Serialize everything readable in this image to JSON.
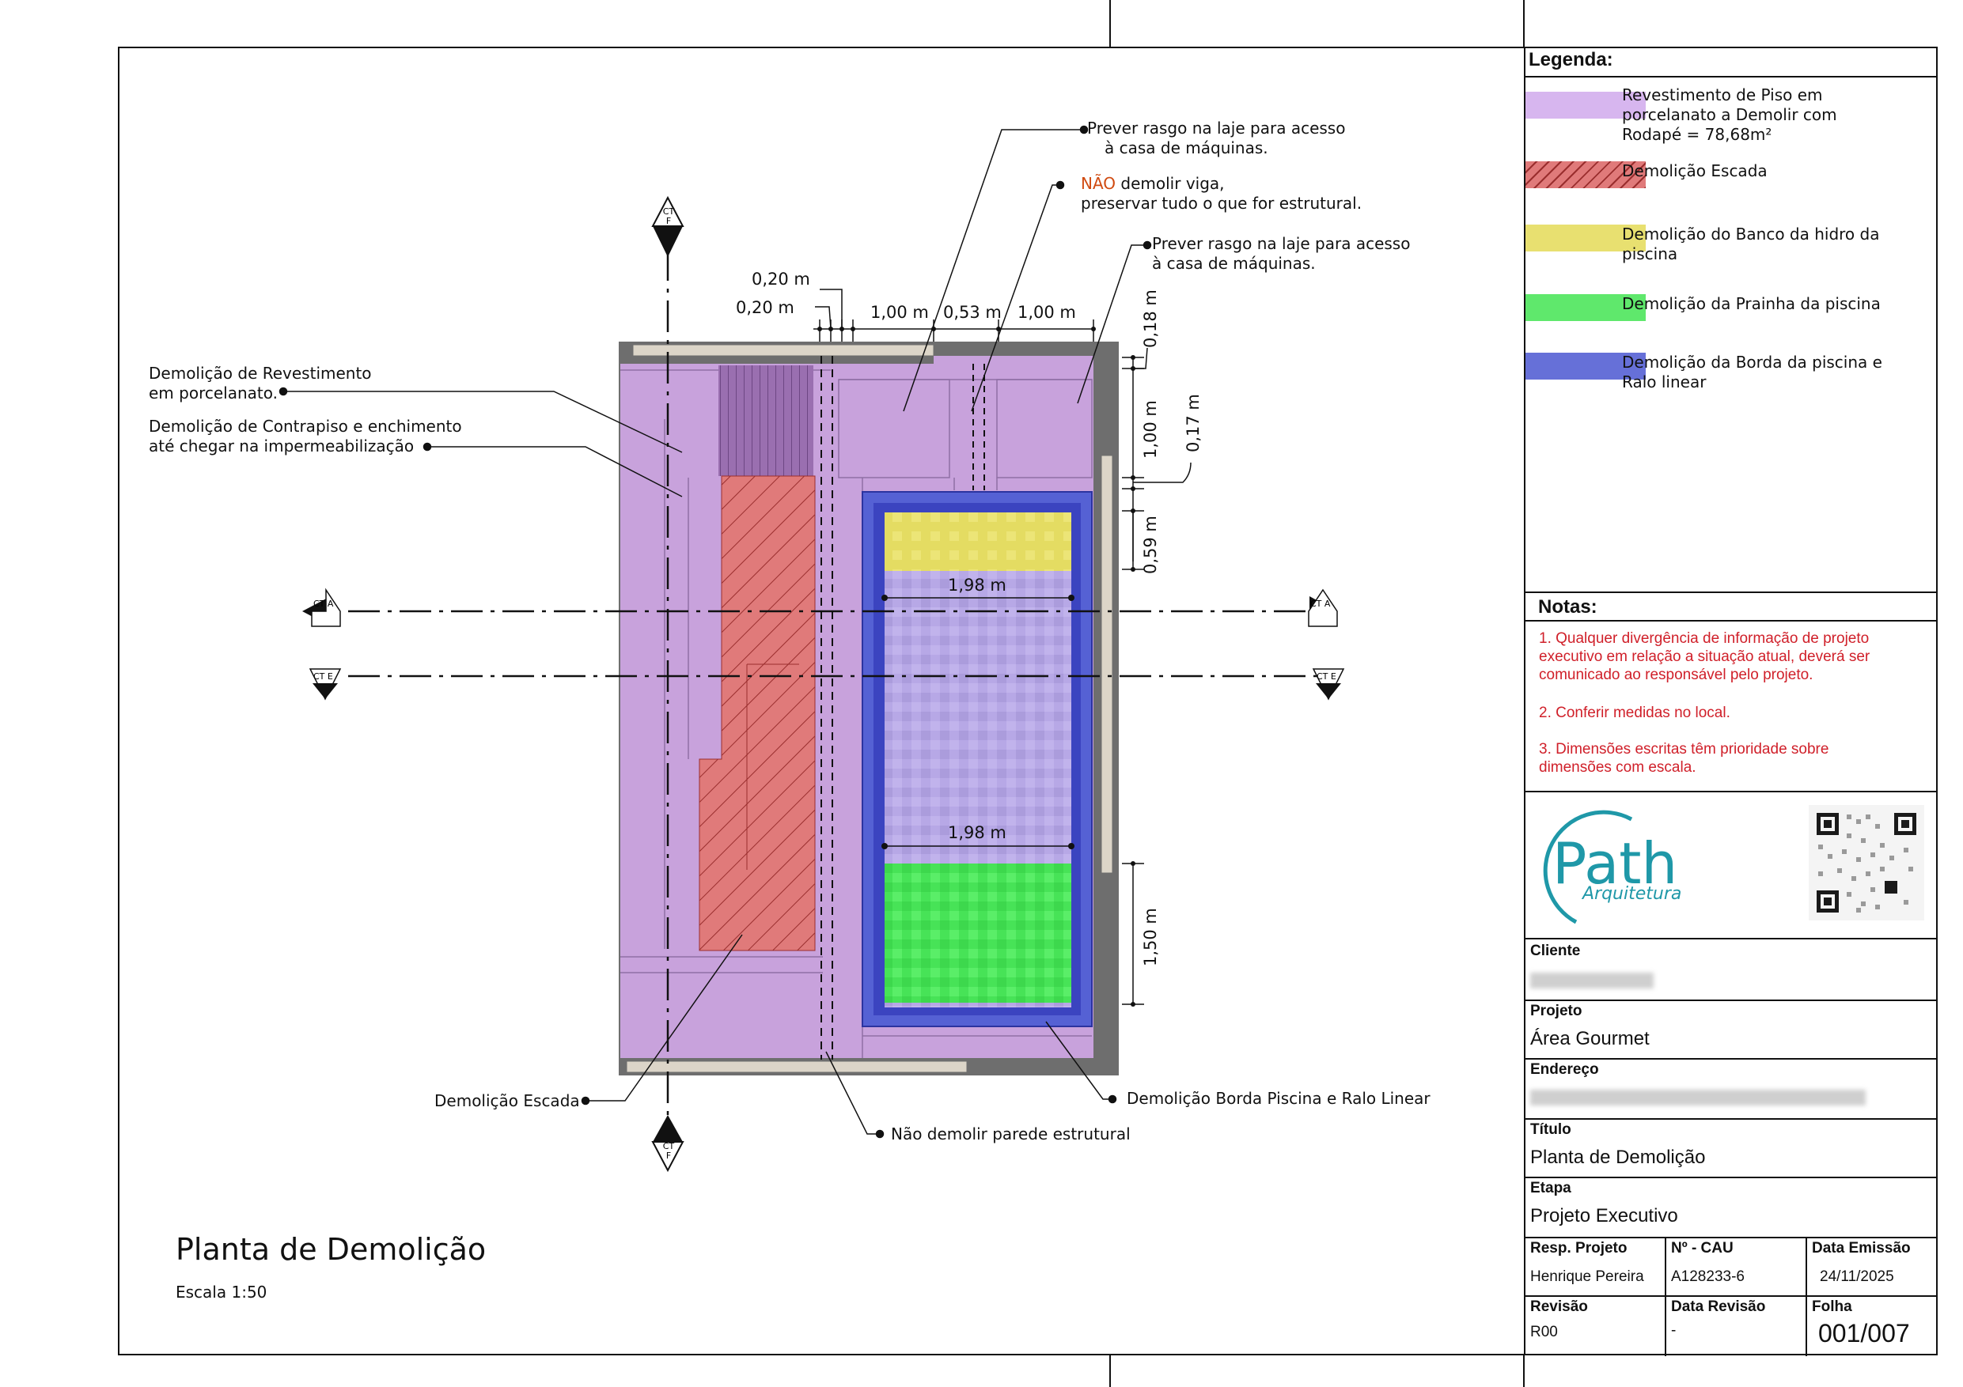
{
  "colors": {
    "floor": "#c8a2dc",
    "stair_hatch": "#e07a7a",
    "bench": "#e8e070",
    "beach": "#4cec5c",
    "border": "#5561d4",
    "water": "#b7a8e6",
    "brand": "#1f98a8",
    "notes_red": "#d0202a"
  },
  "drawing": {
    "title": "Planta de Demolição",
    "scale": "Escala 1:50",
    "section_markers": {
      "ct": "CT",
      "f": "F",
      "a": "A",
      "e": "E"
    }
  },
  "annotations": {
    "rasgo1_line1": "Prever rasgo na laje para acesso",
    "rasgo1_line2": "à casa de máquinas.",
    "viga_highlight": "NÃO",
    "viga_line1_rest": " demolir viga,",
    "viga_line2": "preservar tudo o que for estrutural.",
    "rasgo2_line1": "Prever rasgo na laje para acesso",
    "rasgo2_line2": "à casa de máquinas.",
    "revestimento_line1": "Demolição de Revestimento",
    "revestimento_line2": "em porcelanato.",
    "contrapiso_line1": "Demolição de Contrapiso e enchimento",
    "contrapiso_line2": "até chegar na impermeabilização",
    "escada": "Demolição Escada",
    "parede": "Não demolir parede estrutural",
    "borda": "Demolição Borda Piscina e Ralo Linear"
  },
  "dimensions": {
    "d020a": "0,20 m",
    "d020b": "0,20 m",
    "d100a": "1,00 m",
    "d053": "0,53 m",
    "d100b": "1,00 m",
    "d018": "0,18 m",
    "d100v": "1,00 m",
    "d017": "0,17 m",
    "d059": "0,59 m",
    "d198a": "1,98 m",
    "d198b": "1,98 m",
    "d150": "1,50 m"
  },
  "legend": {
    "title": "Legenda:",
    "items": [
      {
        "text": "Revestimento de Piso em\nporcelanato a Demolir com\nRodapé = 78,68m²",
        "color": "#d7b6ef"
      },
      {
        "text": "Demolição Escada",
        "color": "#e07a7a"
      },
      {
        "text": "Demolição do Banco da hidro da\npiscina",
        "color": "#e8e070"
      },
      {
        "text": "Demolição da Prainha da piscina",
        "color": "#5fe86c"
      },
      {
        "text": "Demolição da Borda da piscina e\nRalo linear",
        "color": "#6670d8"
      }
    ]
  },
  "notes": {
    "title": "Notas:",
    "items": [
      "1. Qualquer divergência de informação de projeto\nexecutivo em relação a situação atual, deverá ser\ncomunicado ao responsável pelo projeto.",
      "2. Conferir medidas no local.",
      "3. Dimensões escritas têm prioridade sobre\ndimensões com escala."
    ]
  },
  "logo": {
    "name": "Path",
    "sub": "Arquitetura"
  },
  "titleblock": {
    "cliente_label": "Cliente",
    "projeto_label": "Projeto",
    "projeto_value": "Área Gourmet",
    "endereco_label": "Endereço",
    "titulo_label": "Título",
    "titulo_value": "Planta de Demolição",
    "etapa_label": "Etapa",
    "etapa_value": "Projeto Executivo",
    "resp_label": "Resp. Projeto",
    "resp_value": "Henrique Pereira",
    "cau_label": "Nº - CAU",
    "cau_value": "A128233-6",
    "emissao_label": "Data Emissão",
    "emissao_value": "24/11/2025",
    "revisao_label": "Revisão",
    "revisao_value": "R00",
    "data_revisao_label": "Data Revisão",
    "data_revisao_value": "-",
    "folha_label": "Folha",
    "folha_value": "001/007"
  }
}
